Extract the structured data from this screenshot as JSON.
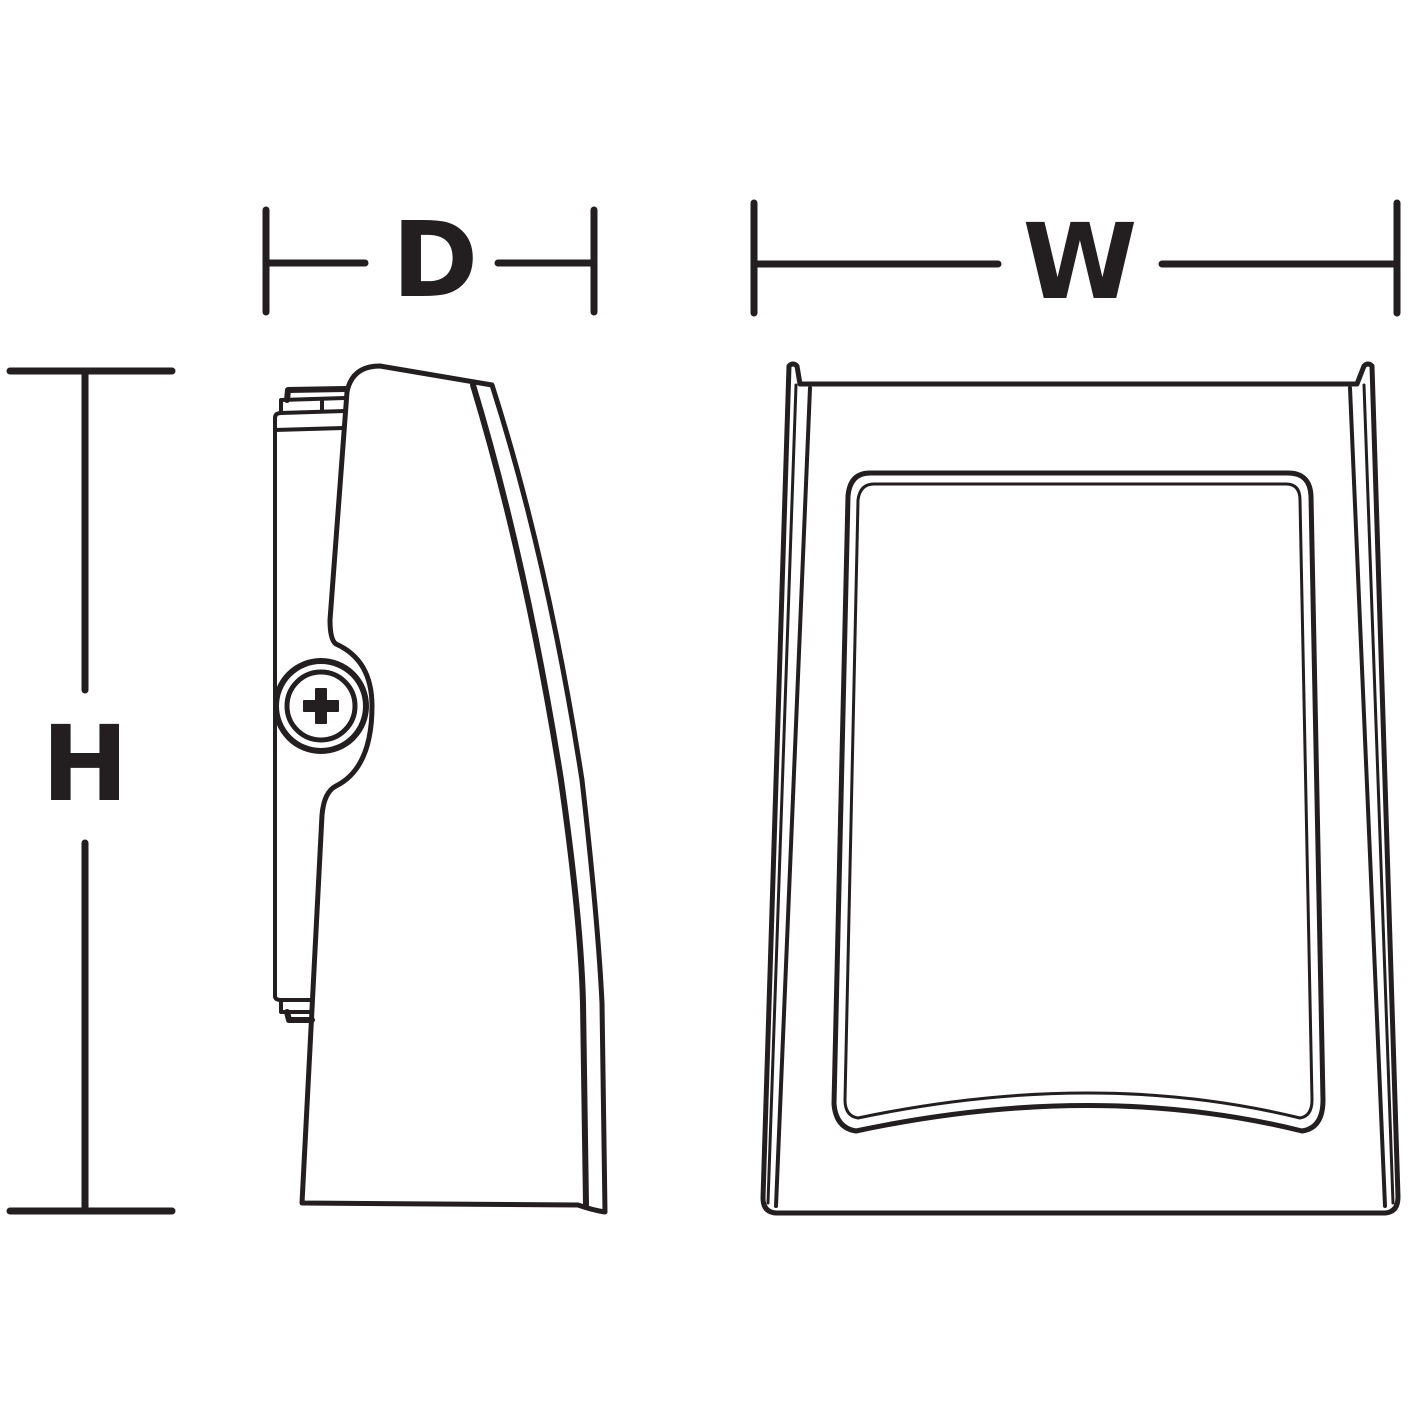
{
  "diagram": {
    "title": "Wall pack fixture dimension drawing",
    "line_color": "#231f20",
    "background_color": "#ffffff",
    "dimensions": {
      "depth": {
        "label": "D"
      },
      "width": {
        "label": "W"
      },
      "height": {
        "label": "H"
      }
    },
    "views": [
      {
        "name": "side view",
        "feature": "mounting screw (phillips head)"
      },
      {
        "name": "front view",
        "feature": "lens window"
      }
    ]
  }
}
